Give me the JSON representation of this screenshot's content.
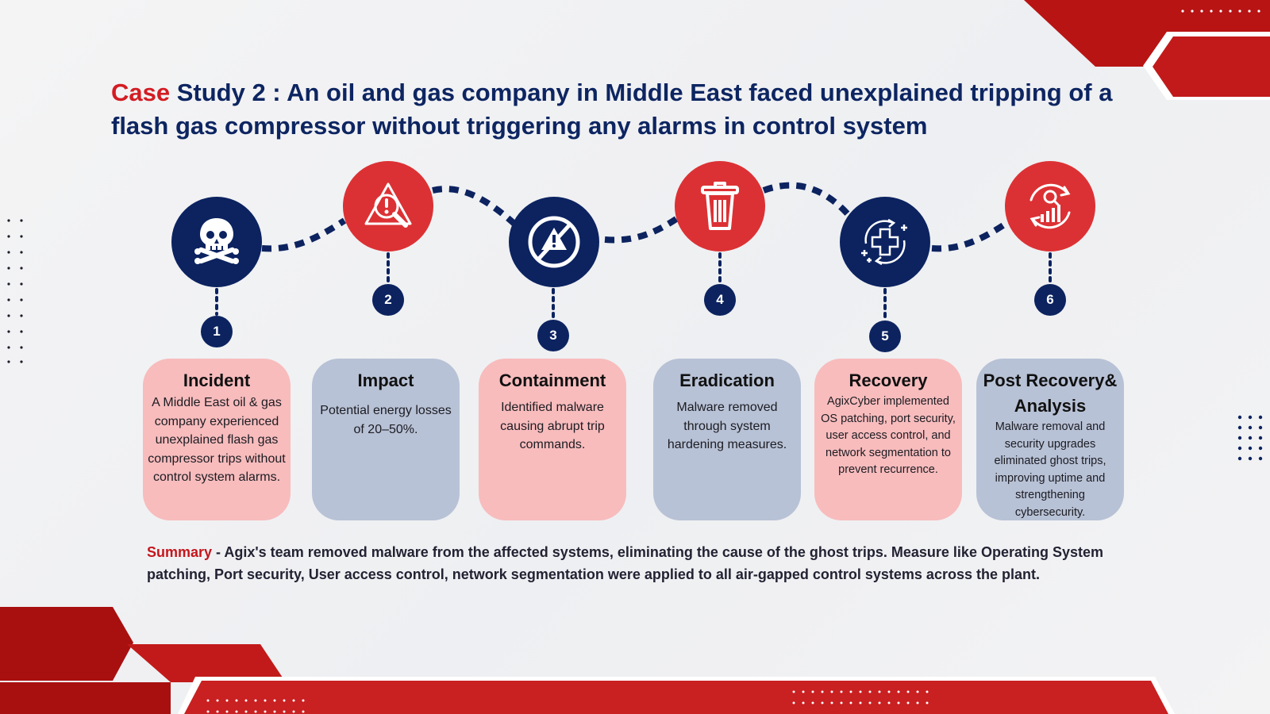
{
  "header": {
    "title_accent": "Case",
    "title_rest": " Study 2 : An oil and gas company in Middle East faced unexplained tripping of a flash gas compressor without triggering any alarms in control system"
  },
  "colors": {
    "navy": "#0c2360",
    "red": "#dc3134",
    "card_pink": "#f8bcbd",
    "card_gray": "#b8c2d6",
    "accent_text": "#d31c22"
  },
  "steps": [
    {
      "number": "1",
      "icon": "skull-crossbones-icon",
      "title": "Incident",
      "text": "A Middle East oil & gas company experienced unexplained flash gas compressor trips without control system alarms."
    },
    {
      "number": "2",
      "icon": "warning-magnifier-icon",
      "title": "Impact",
      "text": "Potential energy losses of 20–50%."
    },
    {
      "number": "3",
      "icon": "no-alert-icon",
      "title": "Containment",
      "text": "Identified malware causing abrupt trip commands."
    },
    {
      "number": "4",
      "icon": "trash-bin-icon",
      "title": "Eradication",
      "text": "Malware removed through system hardening measures."
    },
    {
      "number": "5",
      "icon": "recovery-cross-icon",
      "title": "Recovery",
      "text": "AgixCyber implemented OS patching, port security, user access control, and network segmentation to prevent recurrence."
    },
    {
      "number": "6",
      "icon": "analysis-chart-icon",
      "title": "Post Recovery& Analysis",
      "text": "Malware removal and security upgrades eliminated ghost trips, improving uptime and strengthening cybersecurity."
    }
  ],
  "summary": {
    "label": "Summary",
    "text": " - Agix's team removed malware from the affected systems, eliminating the cause of the ghost trips. Measure like Operating System patching, Port security, User access control, network segmentation were applied to all air-gapped control systems across the plant."
  }
}
